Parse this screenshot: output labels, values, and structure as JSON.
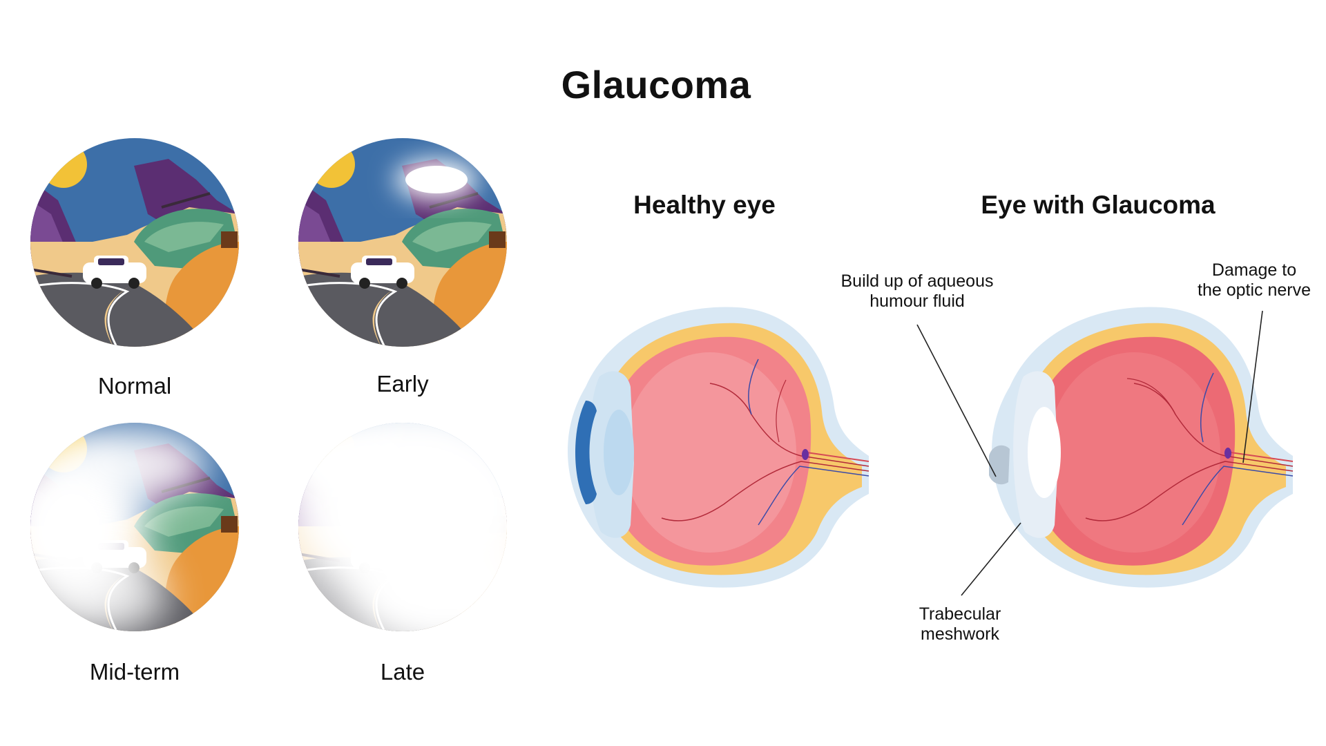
{
  "title": "Glaucoma",
  "stages": [
    {
      "label": "Normal"
    },
    {
      "label": "Early"
    },
    {
      "label": "Mid-term"
    },
    {
      "label": "Late"
    }
  ],
  "eyes": {
    "healthy": {
      "title": "Healthy eye"
    },
    "glaucoma": {
      "title": "Eye with Glaucoma"
    }
  },
  "callouts": {
    "aqueous": "Build up of aqueous\nhumour fluid",
    "optic_nerve": "Damage to\nthe optic nerve",
    "trabecular": "Trabecular\nmeshwork"
  },
  "colors": {
    "sky": "#3d6fa8",
    "sun": "#f2c237",
    "sand": "#f0c98a",
    "hill_orange": "#e8973a",
    "hill_green": "#4f9a7a",
    "cliff_purple": "#5b2e72",
    "road": "#5a5a60",
    "eye_red": "#f2838a",
    "sclera_yellow": "#f7c86a",
    "outline_blue": "#d6e6f3",
    "iris_blue": "#2f6fb5"
  }
}
